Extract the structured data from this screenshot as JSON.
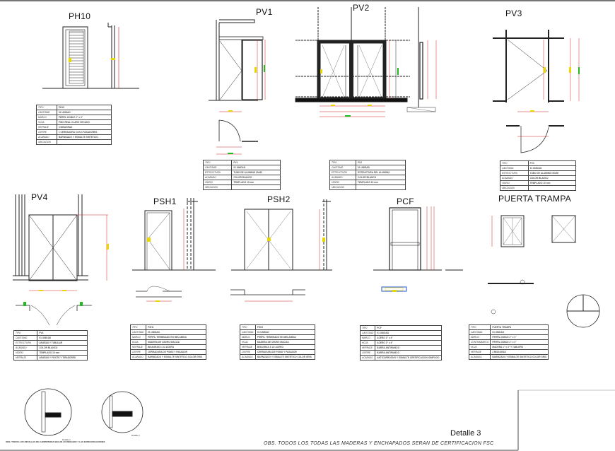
{
  "sheet": {
    "note": "OBS. TODOS LOS TODAS LAS MADERAS Y ENCHAPADOS SERAN DE CERTIFICACION FSC",
    "detail_label": "Detalle 3",
    "bottom_note": "OBS. TODOS LOS DETALLES DE CARPINTERIA SEGUN LO INDICADO Y LAS ESPECIFICACIONES",
    "detail_1": "Detalle 1",
    "detail_2": "Detalle 2"
  },
  "doors": [
    {
      "id": "PH10",
      "title": "PH10",
      "table": [
        [
          "TIPO",
          "PH10"
        ],
        [
          "CANTIDAD",
          "01 UNIDAD"
        ],
        [
          "MARCO",
          "PERFIL DOBLE 2\" x 4\""
        ],
        [
          "HOJA",
          "PINO REAL CLARO SECADO"
        ],
        [
          "HERRAJE",
          "3 BISAGRAS"
        ],
        [
          "CIERRE",
          "1 CERRADURA CON 4 PASADORES"
        ],
        [
          "ACABADO",
          "BARNIZADO Y ESMALTE SINTETICO"
        ],
        [
          "UBICACION",
          ""
        ]
      ]
    },
    {
      "id": "PV1",
      "title": "PV1",
      "table": [
        [
          "TIPO",
          "PV1"
        ],
        [
          "CANTIDAD",
          "01 UNIDAD"
        ],
        [
          "ESTRUCTURA",
          "TUBO DE ALUMINIO 50x50"
        ],
        [
          "ACABADO",
          "COLOR BLANCO"
        ],
        [
          "VIDRIO",
          "TEMPLADO 10 mm"
        ],
        [
          "UBICACION",
          ""
        ]
      ]
    },
    {
      "id": "PV2",
      "title": "PV2",
      "table": [
        [
          "TIPO",
          "PV2"
        ],
        [
          "CANTIDAD",
          "01 UNIDAD"
        ],
        [
          "ESTRUCTURA",
          "ESTRUCTURA DEL ALUMINIO"
        ],
        [
          "ACABADO",
          "COLOR BLANCO"
        ],
        [
          "VIDRIO",
          "TEMPLADO 10 mm"
        ],
        [
          "UBICACION",
          ""
        ]
      ]
    },
    {
      "id": "PV3",
      "title": "PV3",
      "table": [
        [
          "TIPO",
          "PV3"
        ],
        [
          "CANTIDAD",
          "01 UNIDAD"
        ],
        [
          "ESTRUCTURA",
          "TUBO DE ALUMINIO 50x50"
        ],
        [
          "ACABADO",
          "COLOR BLANCO"
        ],
        [
          "VIDRIO",
          "TEMPLADO 10 mm"
        ],
        [
          "UBICACION",
          ""
        ]
      ]
    },
    {
      "id": "PV4",
      "title": "PV4",
      "table": [
        [
          "TIPO",
          "PV4"
        ],
        [
          "CANTIDAD",
          "01 UNIDAD"
        ],
        [
          "ESTRUCTURA",
          "ARAÑAS Y TUBULAR"
        ],
        [
          "ACABADO",
          "COLOR BLANCO"
        ],
        [
          "VIDRIO",
          "TEMPLADO 10 mm"
        ],
        [
          "HERRAJE",
          "ARAÑAS Y PIVOTE Y TIRADORES"
        ]
      ]
    },
    {
      "id": "PSH1",
      "title": "PSH1",
      "table": [
        [
          "TIPO",
          "PSH1"
        ],
        [
          "CANTIDAD",
          "01 UNIDAD"
        ],
        [
          "MARCO",
          "PERFIL TERMINADO EN MELAMINA"
        ],
        [
          "HOJA",
          "MADERA DE CEDRO MACIZA"
        ],
        [
          "HERRAJE",
          "BISAGRAS 3 1/2 ACERO"
        ],
        [
          "CIERRE",
          "CERRADURA DE POMO Y PASADOR"
        ],
        [
          "ACABADO",
          "BARNIZADO Y ESMALTE SINTETICO COLOR GRIS"
        ]
      ]
    },
    {
      "id": "PSH2",
      "title": "PSH2",
      "table": [
        [
          "TIPO",
          "PSH2"
        ],
        [
          "CANTIDAD",
          "01 UNIDAD"
        ],
        [
          "MARCO",
          "PERFIL TERMINADO EN MELAMINA"
        ],
        [
          "HOJA",
          "MADERA DE CEDRO MACIZA"
        ],
        [
          "HERRAJE",
          "BISAGRAS 3 1/2 ACERO"
        ],
        [
          "CIERRE",
          "CERRADURA DE POMO Y PASADOR"
        ],
        [
          "ACABADO",
          "BARNIZADO Y ESMALTE SINTETICO COLOR GRIS"
        ]
      ]
    },
    {
      "id": "PCF",
      "title": "PCF",
      "table": [
        [
          "TIPO",
          "PCF"
        ],
        [
          "CANTIDAD",
          "01 UNIDAD"
        ],
        [
          "MARCO",
          "ACERO 2\" x 4\""
        ],
        [
          "HOJA",
          "ACERO 2\" x 4\""
        ],
        [
          "HERRAJE",
          "BARRA ANTIPANICO"
        ],
        [
          "CIERRE",
          "BARRA ANTIPANICO"
        ],
        [
          "ACABADO",
          "ANTICORROSIVO Y ESMALTE CERTIFICACION IGNIFUGO"
        ]
      ]
    },
    {
      "id": "PUERTA_TRAMPA",
      "title": "PUERTA TRAMPA",
      "table": [
        [
          "TIPO",
          "PUERTA TRAMPA"
        ],
        [
          "CANTIDAD",
          "01 UNIDAD"
        ],
        [
          "MARCO",
          "PERFIL DOBLE 2\" x 4\""
        ],
        [
          "CONTRAMARCO",
          "PERFIL DOBLE 2\" x 4\""
        ],
        [
          "HOJA",
          "MADERA 1\" x 4\" Y TABLERO"
        ],
        [
          "HERRAJE",
          "2 BISAGRAS"
        ],
        [
          "ACABADO",
          "BARNIZADO Y ESMALTE SINTETICO COLOR GRIS"
        ]
      ]
    }
  ],
  "colors": {
    "line": "#222222",
    "dimension": "#cc2222",
    "label": "#e8d800",
    "green": "#22bb22",
    "frame": "#555555"
  }
}
